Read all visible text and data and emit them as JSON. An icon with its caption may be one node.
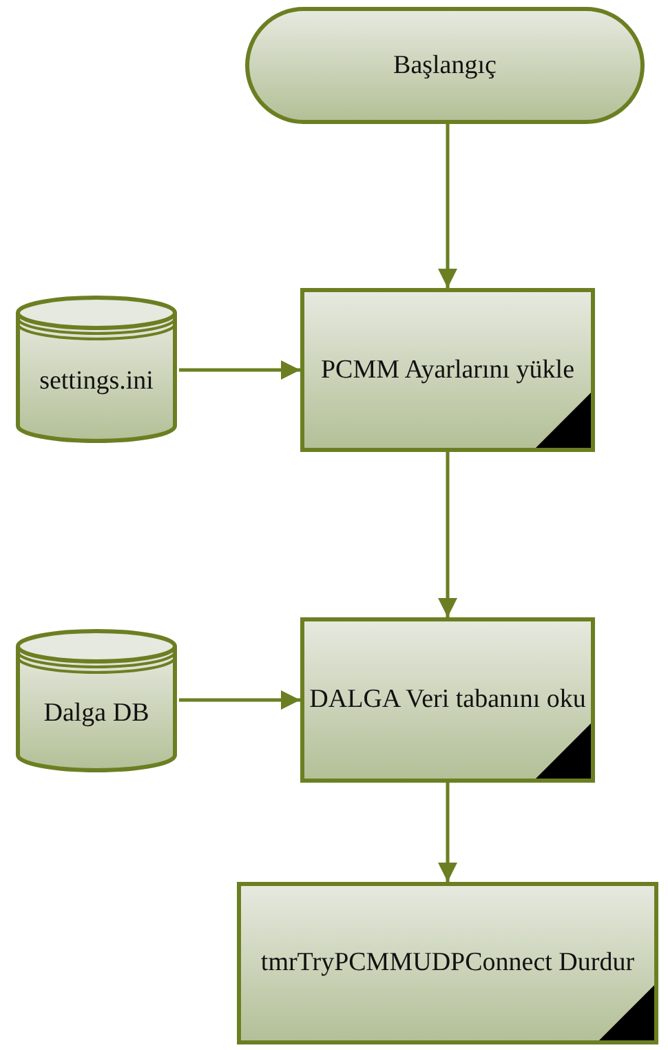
{
  "diagram": {
    "nodes": [
      {
        "text": [
          "Başlangıç"
        ]
      },
      {
        "text": [
          "settings.ini"
        ]
      },
      {
        "text": [
          "PCMM Ayarlarını yükle"
        ]
      },
      {
        "text": [
          "Dalga DB"
        ]
      },
      {
        "text": [
          "DALGA Veri tabanını oku"
        ]
      },
      {
        "text": [
          "tmrTryPCMMUDPConnect Durdur"
        ]
      }
    ],
    "edges": [
      {
        "from": 0,
        "to": 2,
        "arrow": "to"
      },
      {
        "from": 1,
        "to": 2,
        "arrow": "to"
      },
      {
        "from": 2,
        "to": 4,
        "arrow": "to"
      },
      {
        "from": 3,
        "to": 4,
        "arrow": "to"
      },
      {
        "from": 4,
        "to": 5,
        "arrow": "to"
      }
    ]
  }
}
